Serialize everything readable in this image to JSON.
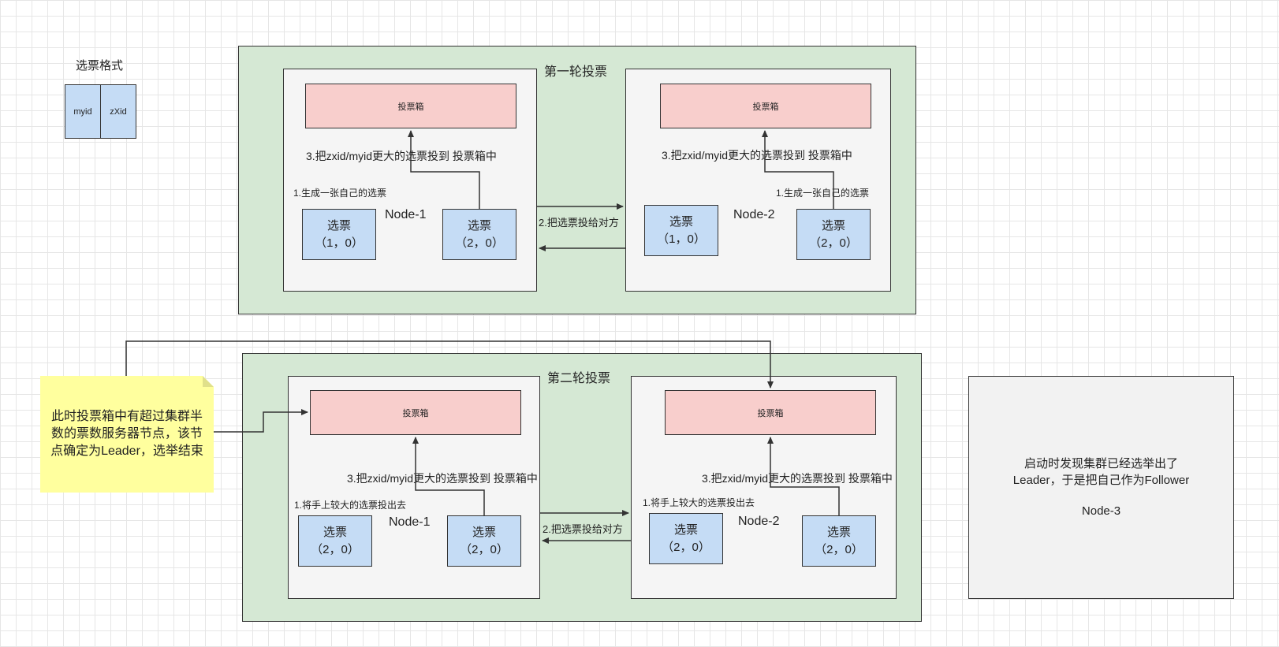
{
  "legend": {
    "title": "选票格式",
    "myid": "myid",
    "zxid": "zXid"
  },
  "round1": {
    "title": "第一轮投票",
    "send_label": "2.把选票投给对方",
    "node1": {
      "name": "Node-1",
      "box": "投票箱",
      "vote_label": "3.把zxid/myid更大的选票投到 投票箱中",
      "gen_label": "1.生成一张自己的选票",
      "ballot_a": {
        "title": "选票",
        "value": "（1，0）"
      },
      "ballot_b": {
        "title": "选票",
        "value": "（2，0）"
      }
    },
    "node2": {
      "name": "Node-2",
      "box": "投票箱",
      "vote_label": "3.把zxid/myid更大的选票投到 投票箱中",
      "gen_label": "1.生成一张自己的选票",
      "ballot_a": {
        "title": "选票",
        "value": "（1，0）"
      },
      "ballot_b": {
        "title": "选票",
        "value": "（2，0）"
      }
    }
  },
  "round2": {
    "title": "第二轮投票",
    "send_label": "2.把选票投给对方",
    "node1": {
      "name": "Node-1",
      "box": "投票箱",
      "vote_label": "3.把zxid/myid更大的选票投到 投票箱中",
      "gen_label": "1.将手上较大的选票投出去",
      "ballot_a": {
        "title": "选票",
        "value": "（2，0）"
      },
      "ballot_b": {
        "title": "选票",
        "value": "（2，0）"
      }
    },
    "node2": {
      "name": "Node-2",
      "box": "投票箱",
      "vote_label": "3.把zxid/myid更大的选票投到 投票箱中",
      "gen_label": "1.将手上较大的选票投出去",
      "ballot_a": {
        "title": "选票",
        "value": "（2，0）"
      },
      "ballot_b": {
        "title": "选票",
        "value": "（2，0）"
      }
    }
  },
  "note": {
    "text": "此时投票箱中有超过集群半数的票数服务器节点，该节点确定为Leader，选举结束"
  },
  "node3": {
    "text": "启动时发现集群已经选举出了Leader，于是把自己作为Follower",
    "name": "Node-3"
  },
  "colors": {
    "round_fill": "#d5e8d4",
    "box_fill": "#f8cecc",
    "ballot_fill": "#c5dcf5",
    "note_fill": "#ffff9e",
    "node_fill": "#f5f5f5"
  }
}
